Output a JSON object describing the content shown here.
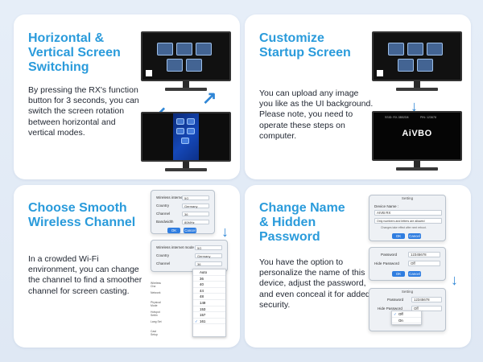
{
  "cards": [
    {
      "title": "Horizontal & Vertical Screen Switching",
      "title_lines": [
        "Horizontal &",
        "Vertical Screen",
        "Switching"
      ],
      "body": "By pressing the RX's function button for 3 seconds, you can switch the screen rotation between horizontal and vertical modes."
    },
    {
      "title": "Customize Startup Screen",
      "title_lines": [
        "Customize",
        "Startup Screen"
      ],
      "body": "You can upload any image you like as the UI background. Please note, you need to operate these steps on computer.",
      "startup_logo": "AiVBO",
      "startup_info_left": "SSID: RX-3B52D8",
      "startup_info_right": "PIN: 123678"
    },
    {
      "title": "Choose Smooth Wireless Channel",
      "title_lines": [
        "Choose Smooth",
        "Wireless Channel"
      ],
      "body": "In a crowded Wi-Fi environment, you can change the channel to find a smoother channel for screen casting.",
      "dialog": {
        "rows": [
          {
            "label": "Wireless internet mode",
            "value": "5G"
          },
          {
            "label": "Country",
            "value": "Germany"
          },
          {
            "label": "Channel",
            "value": "36"
          },
          {
            "label": "Bandwidth",
            "value": "80MHz"
          }
        ],
        "ok": "OK",
        "cancel": "Cancel"
      },
      "channel_options": [
        "Auto",
        "36",
        "40",
        "44",
        "48",
        "149",
        "153",
        "157",
        "161"
      ],
      "channel_selected": "161",
      "side_labels": [
        "Wireless Cha",
        "Network",
        "Physical Mode",
        "Hotspot Settin",
        "Lang Set",
        "Cast Setup"
      ]
    },
    {
      "title": "Change Name & Hidden Password",
      "title_lines": [
        "Change Name",
        "& Hidden",
        "Password"
      ],
      "body": "You have the option to personalize the name of this device, adjust the password, and even conceal it for added security.",
      "setting_header": "Setting",
      "device_name_label": "Device Name :",
      "device_name_value": "AIVB RX",
      "name_hint": "Only numbers and letters are allowed",
      "name_note": "Changes take effect after next reboot.",
      "password_label": "Password",
      "password_value": "12345678",
      "hide_password_label": "Hide Password",
      "hide_password_value": "Off",
      "hide_options": [
        "Off",
        "On"
      ],
      "ok": "OK",
      "cancel": "Cancel"
    }
  ]
}
